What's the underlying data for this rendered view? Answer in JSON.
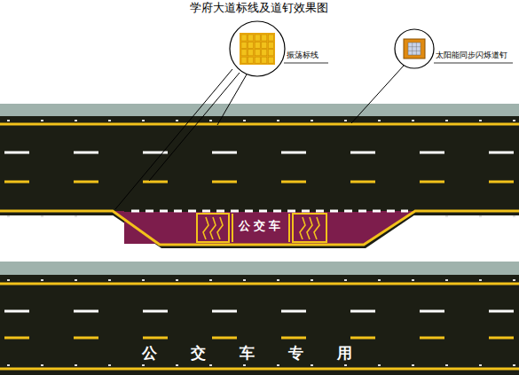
{
  "diagram": {
    "title": "学府大道标线及道钉效果图",
    "labels": [
      "振荡标线",
      "太阳能同步闪烁道钉",
      "公交车",
      "公交车专用"
    ]
  }
}
